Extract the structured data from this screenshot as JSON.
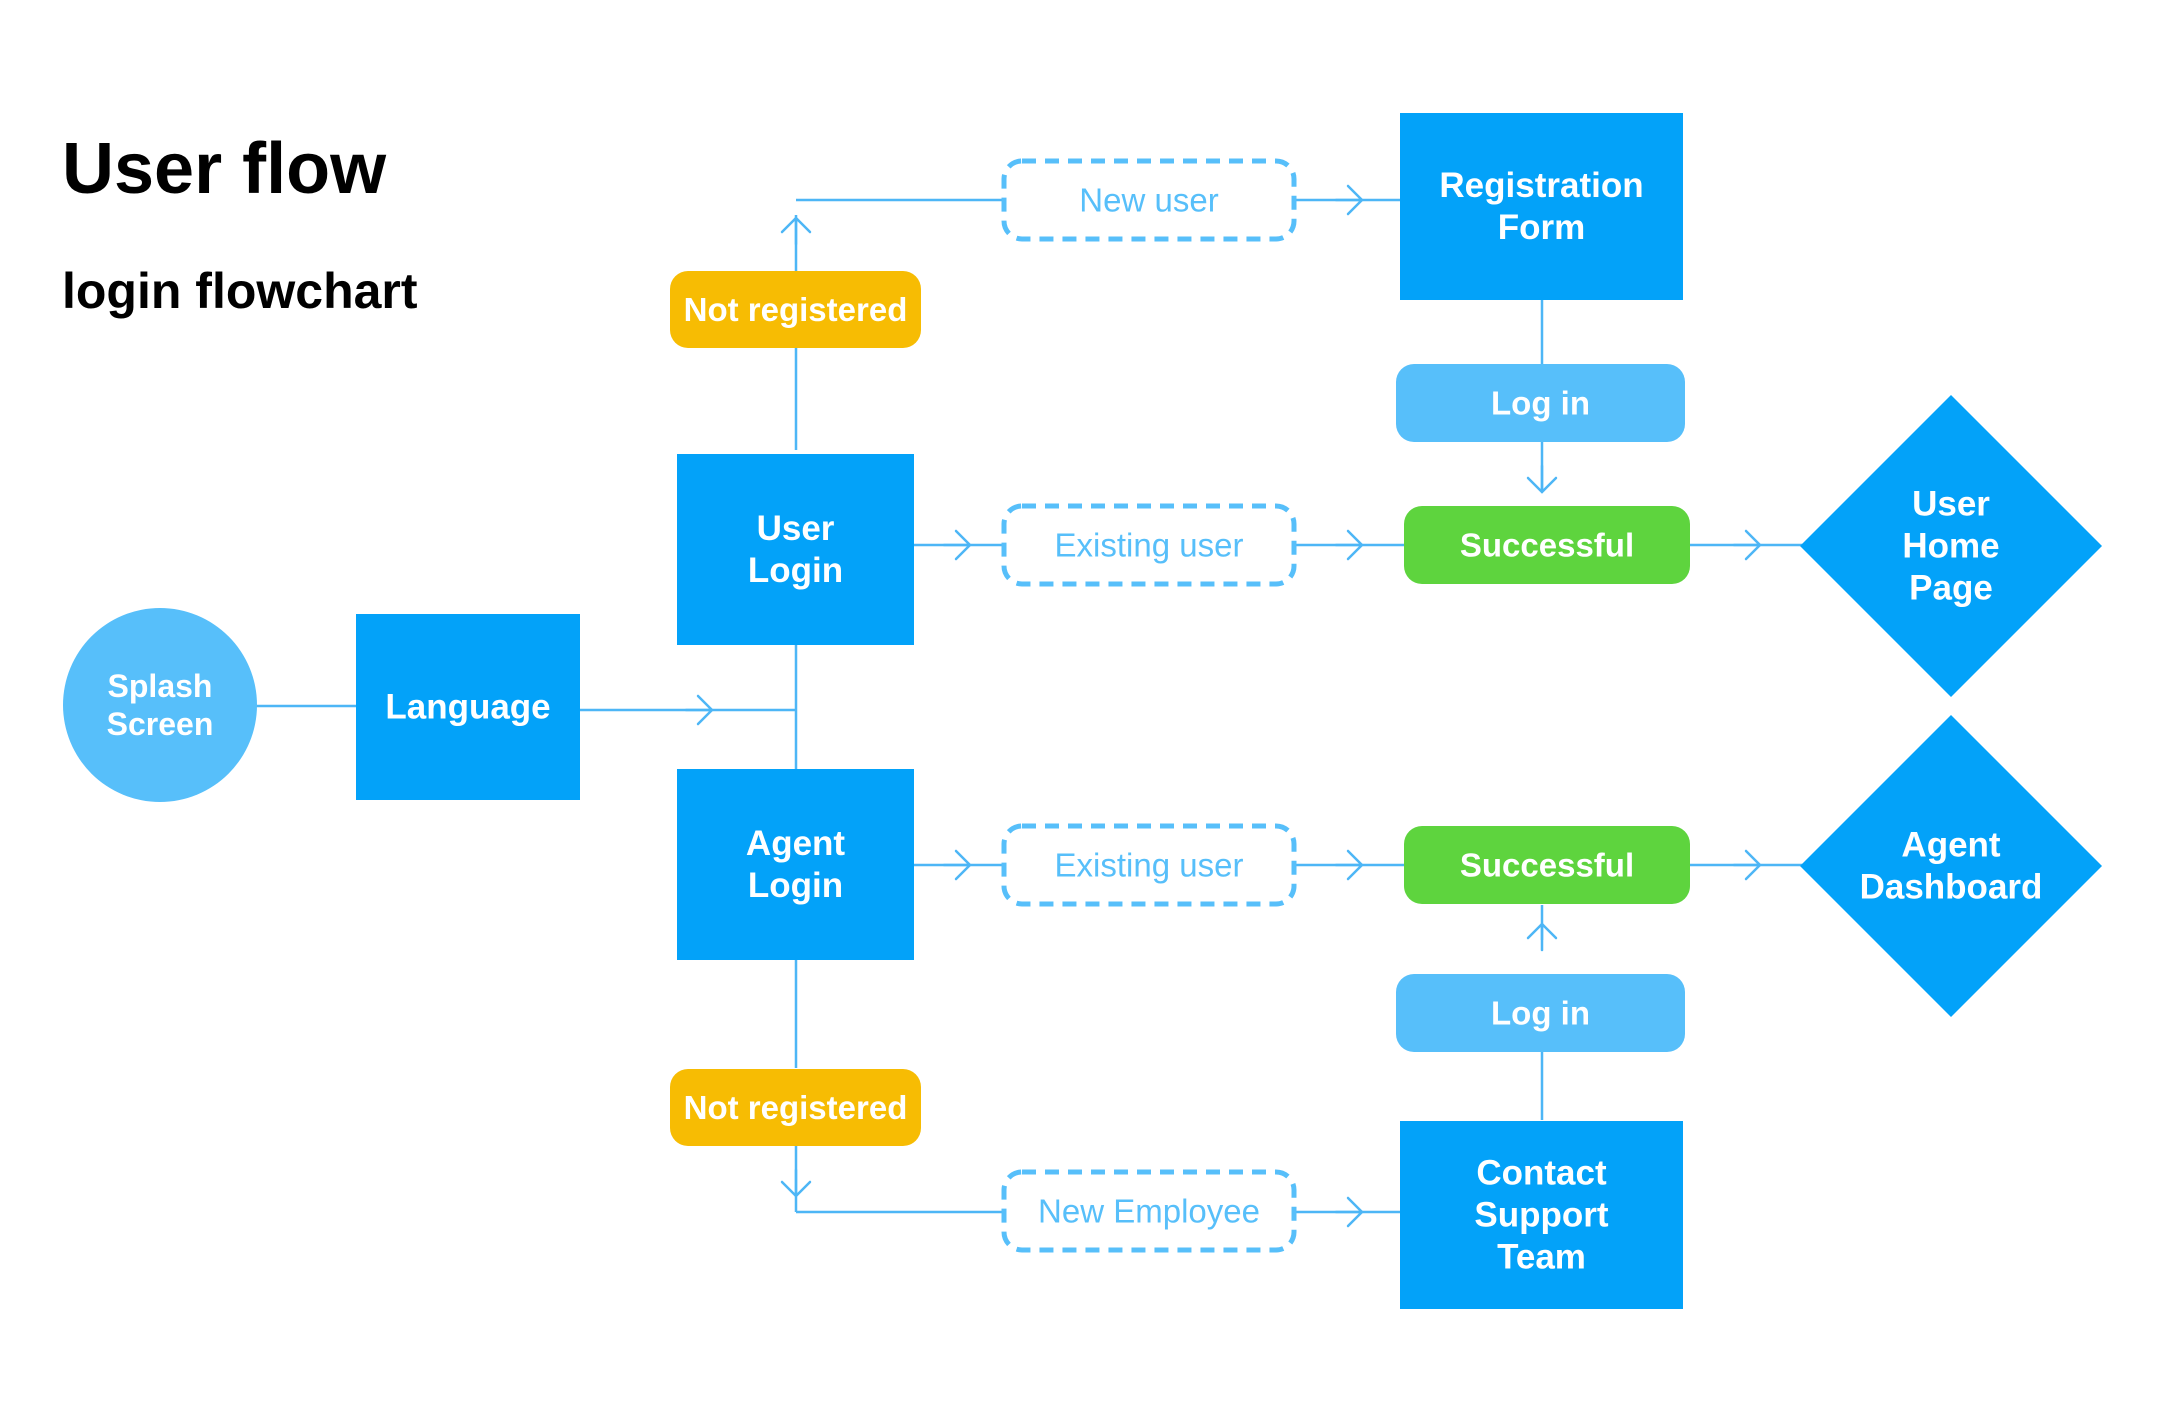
{
  "title": "User flow",
  "subtitle": "login flowchart",
  "colors": {
    "primary": "#03A2F9",
    "light": "#57BFFA",
    "success": "#5ED43E",
    "warning": "#F7BC03",
    "line": "#4DB6F6",
    "text_on_fill": "#FFFFFF"
  },
  "nodes": {
    "splash": {
      "lines": [
        "Splash",
        "Screen"
      ]
    },
    "language": {
      "lines": [
        "Language"
      ]
    },
    "user_login": {
      "lines": [
        "User",
        "Login"
      ]
    },
    "agent_login": {
      "lines": [
        "Agent",
        "Login"
      ]
    },
    "not_registered_top": {
      "lines": [
        "Not registered"
      ]
    },
    "not_registered_bottom": {
      "lines": [
        "Not registered"
      ]
    },
    "new_user": {
      "lines": [
        "New user"
      ]
    },
    "existing_user_top": {
      "lines": [
        "Existing user"
      ]
    },
    "existing_user_bottom": {
      "lines": [
        "Existing user"
      ]
    },
    "new_employee": {
      "lines": [
        "New Employee"
      ]
    },
    "registration_form": {
      "lines": [
        "Registration",
        "Form"
      ]
    },
    "login_top": {
      "lines": [
        "Log in"
      ]
    },
    "successful_top": {
      "lines": [
        "Successful"
      ]
    },
    "successful_bottom": {
      "lines": [
        "Successful"
      ]
    },
    "login_bottom": {
      "lines": [
        "Log in"
      ]
    },
    "contact_support": {
      "lines": [
        "Contact",
        "Support",
        "Team"
      ]
    },
    "user_home": {
      "lines": [
        "User",
        "Home",
        "Page"
      ]
    },
    "agent_dashboard": {
      "lines": [
        "Agent",
        "Dashboard"
      ]
    }
  }
}
